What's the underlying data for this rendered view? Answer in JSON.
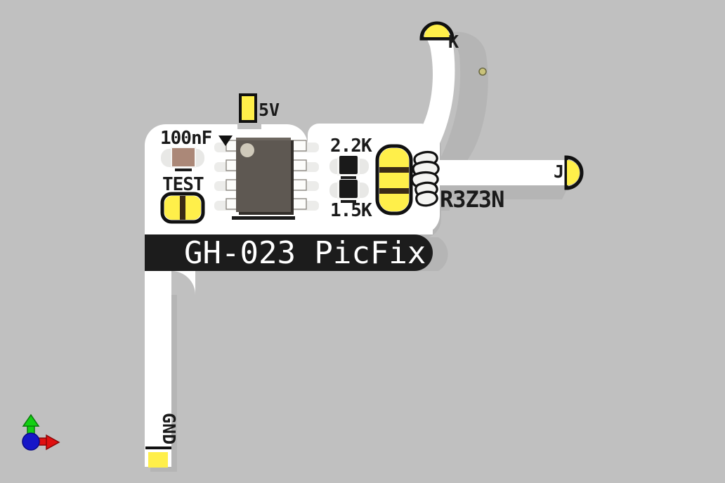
{
  "scene": {
    "background_color": "#c0c0c0",
    "title": "PCB 3D render - GH-023 PicFix",
    "view": "top"
  },
  "board": {
    "name": "GH-023 PicFix",
    "silkscreen_banner_text": "GH-023 PicFix",
    "banner_color": "#1c1c1c",
    "banner_text_color": "#ffffff",
    "soldermask_color": "#ffffff",
    "shadow_color": "#b5b5b5"
  },
  "brand": {
    "logo_name": "coil-spiral-logo",
    "text": "R3Z3N"
  },
  "connectors": [
    {
      "id": "pad-5v",
      "label": "5V",
      "pad_color": "#ffef4a",
      "shape": "rect"
    },
    {
      "id": "pad-gnd",
      "label": "GND",
      "pad_color": "#ffef4a",
      "shape": "rect",
      "rotated": true
    },
    {
      "id": "pad-k",
      "label": "K",
      "pad_color": "#ffef4a",
      "shape": "half-circle"
    },
    {
      "id": "pad-j",
      "label": "J",
      "pad_color": "#ffef4a",
      "shape": "half-circle"
    }
  ],
  "components": [
    {
      "id": "c1",
      "designator_text": "100nF",
      "type": "capacitor",
      "body_color": "#ab8878"
    },
    {
      "id": "tp1",
      "designator_text": "TEST",
      "type": "test-pad",
      "body_color": "#ffef4a"
    },
    {
      "id": "u1",
      "designator_text": "",
      "type": "ic-soic8",
      "body_color": "#5e5852",
      "pins": 8
    },
    {
      "id": "r1",
      "designator_text": "2.2K",
      "type": "resistor",
      "body_color": "#1a1a1a"
    },
    {
      "id": "r2",
      "designator_text": "1.5K",
      "type": "resistor",
      "body_color": "#1a1a1a"
    },
    {
      "id": "j1",
      "designator_text": "",
      "type": "header-3pin",
      "body_color": "#ffef4a"
    }
  ],
  "labels": {
    "cap_100nf": "100nF",
    "test_pad": "TEST",
    "res_2k2": "2.2K",
    "res_1k5": "1.5K",
    "brand": "R3Z3N",
    "pad_5v": "5V",
    "pad_gnd": "GND",
    "pad_k": "K",
    "pad_j": "J",
    "banner": "GH-023 PicFix"
  },
  "axis_gizmo": {
    "name": "orientation-axis-gizmo",
    "origin_color": "#1616c8",
    "x_axis_color": "#e01010",
    "y_axis_color": "#12d012",
    "x_label": "",
    "y_label": ""
  },
  "features": {
    "mounting_hole": {
      "name": "mounting-hole",
      "ring_color": "#c9c27a"
    }
  }
}
